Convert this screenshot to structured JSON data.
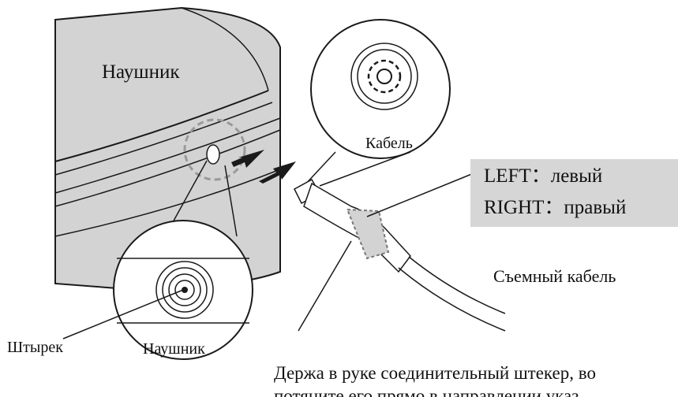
{
  "labels": {
    "earphone_top": "Наушник",
    "cable_circle": "Кабель",
    "left": "LEFT：левый",
    "right": "RIGHT：правый",
    "detachable_cable": "Съемный кабель",
    "pin": "Штырек",
    "earphone_bottom": "Наушник",
    "instruction": "Держа в руке соединительный штекер, во",
    "instruction_line2": "потяните его прямо в направлении указ"
  },
  "colors": {
    "label_box": "#d6d6d6",
    "earcup_fill": "#d3d3d3",
    "line": "#1a1a1a",
    "dashed": "#9a9a9a"
  }
}
